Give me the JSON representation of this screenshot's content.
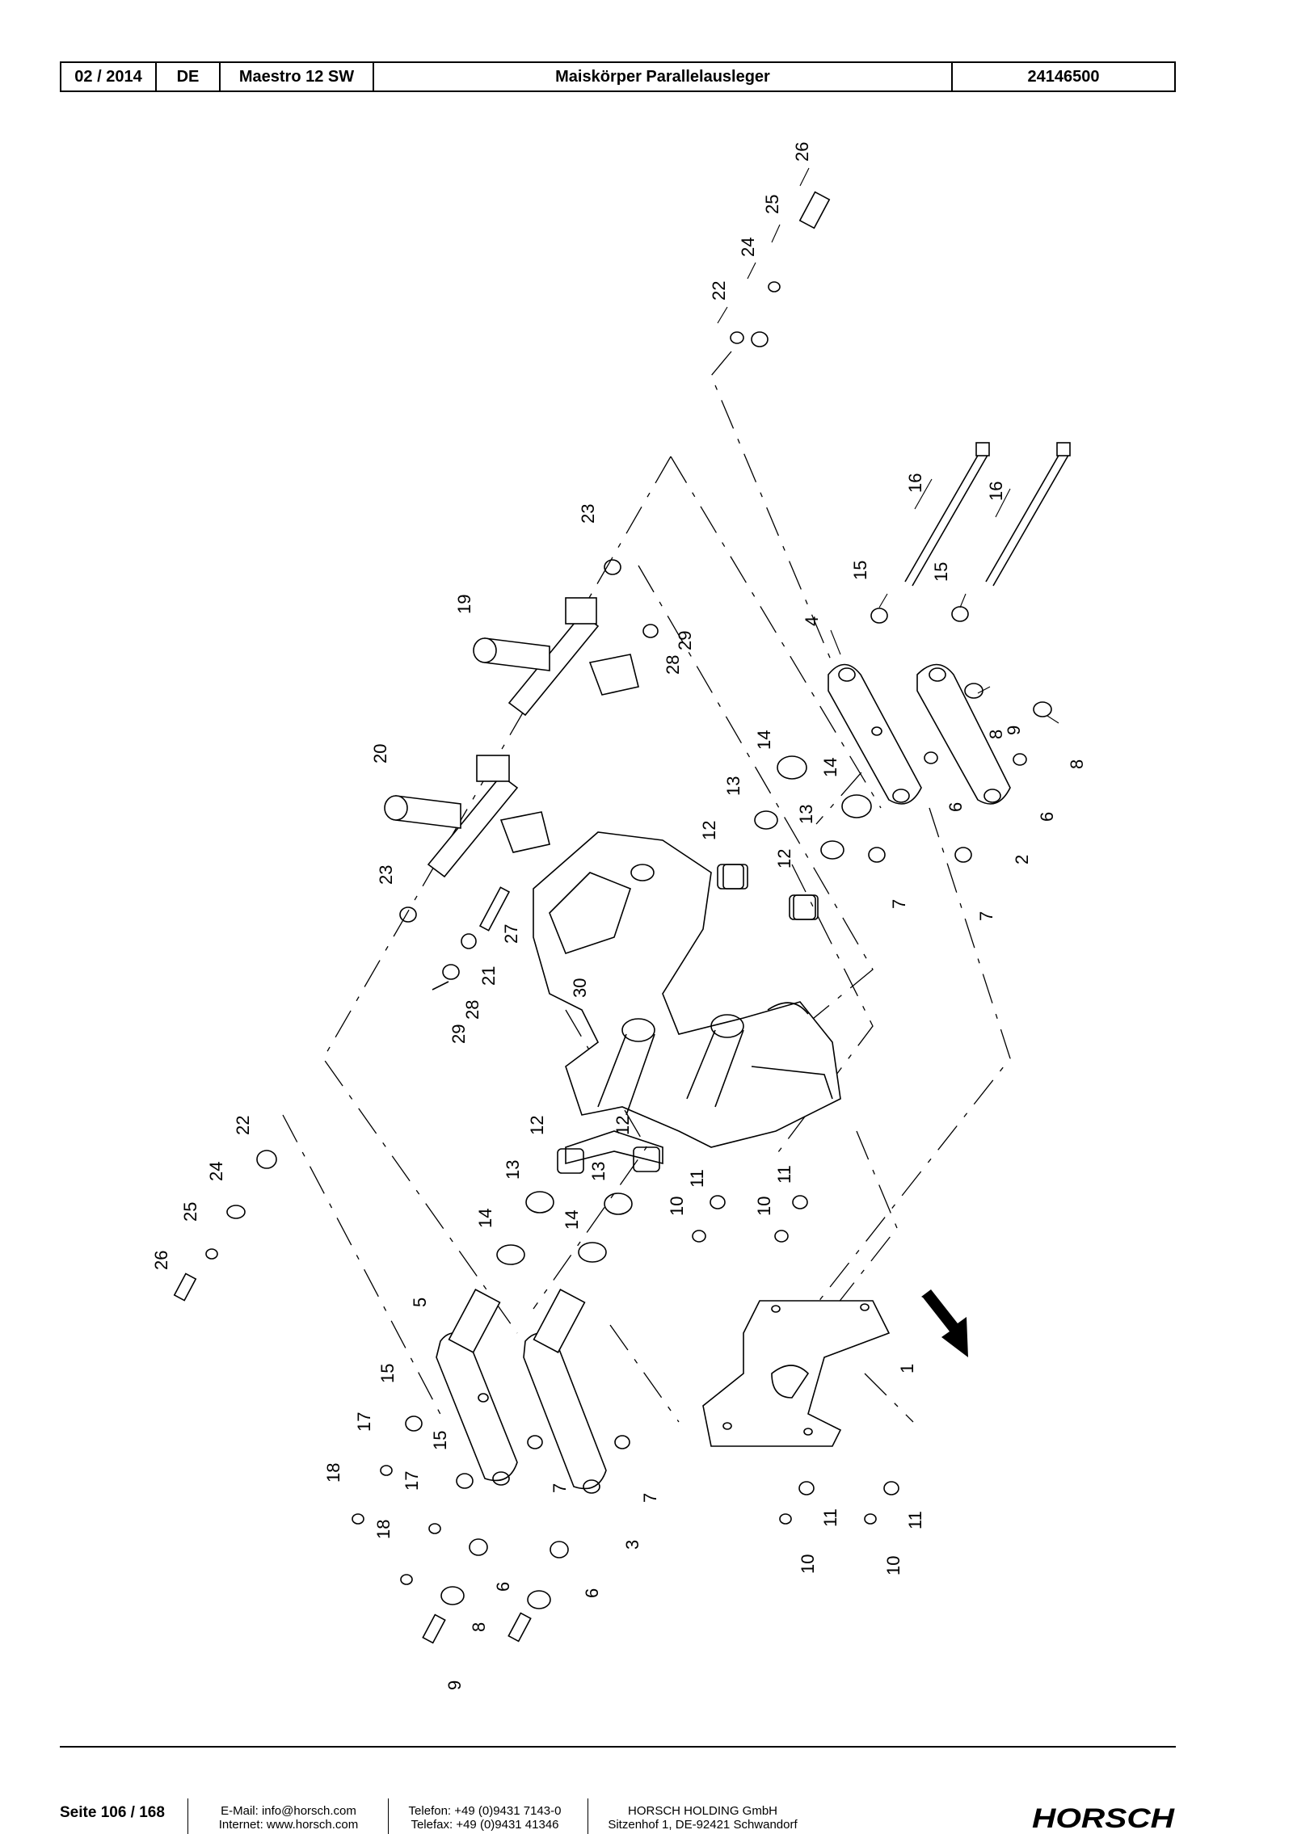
{
  "header": {
    "date": "02 / 2014",
    "language": "DE",
    "machine": "Maestro 12 SW",
    "title": "Maiskörper Parallelausleger",
    "part_number": "24146500"
  },
  "callouts": {
    "c1": "1",
    "c2": "2",
    "c3": "3",
    "c4": "4",
    "c5": "5",
    "c6": "6",
    "c7": "7",
    "c8": "8",
    "c9": "9",
    "c10": "10",
    "c11": "11",
    "c12": "12",
    "c13": "13",
    "c14": "14",
    "c15": "15",
    "c16": "16",
    "c17": "17",
    "c18": "18",
    "c19": "19",
    "c20": "20",
    "c21": "21",
    "c22": "22",
    "c23": "23",
    "c24": "24",
    "c25": "25",
    "c26": "26",
    "c27": "27",
    "c28": "28",
    "c29": "29",
    "c30": "30"
  },
  "footer": {
    "page": "Seite 106 / 168",
    "email": "E-Mail: info@horsch.com",
    "internet": "Internet: www.horsch.com",
    "phone": "Telefon: +49 (0)9431 7143-0",
    "fax": "Telefax: +49 (0)9431 41346",
    "company": "HORSCH HOLDING GmbH",
    "address": "Sitzenhof 1, DE-92421 Schwandorf",
    "logo_text": "HORSCH"
  }
}
